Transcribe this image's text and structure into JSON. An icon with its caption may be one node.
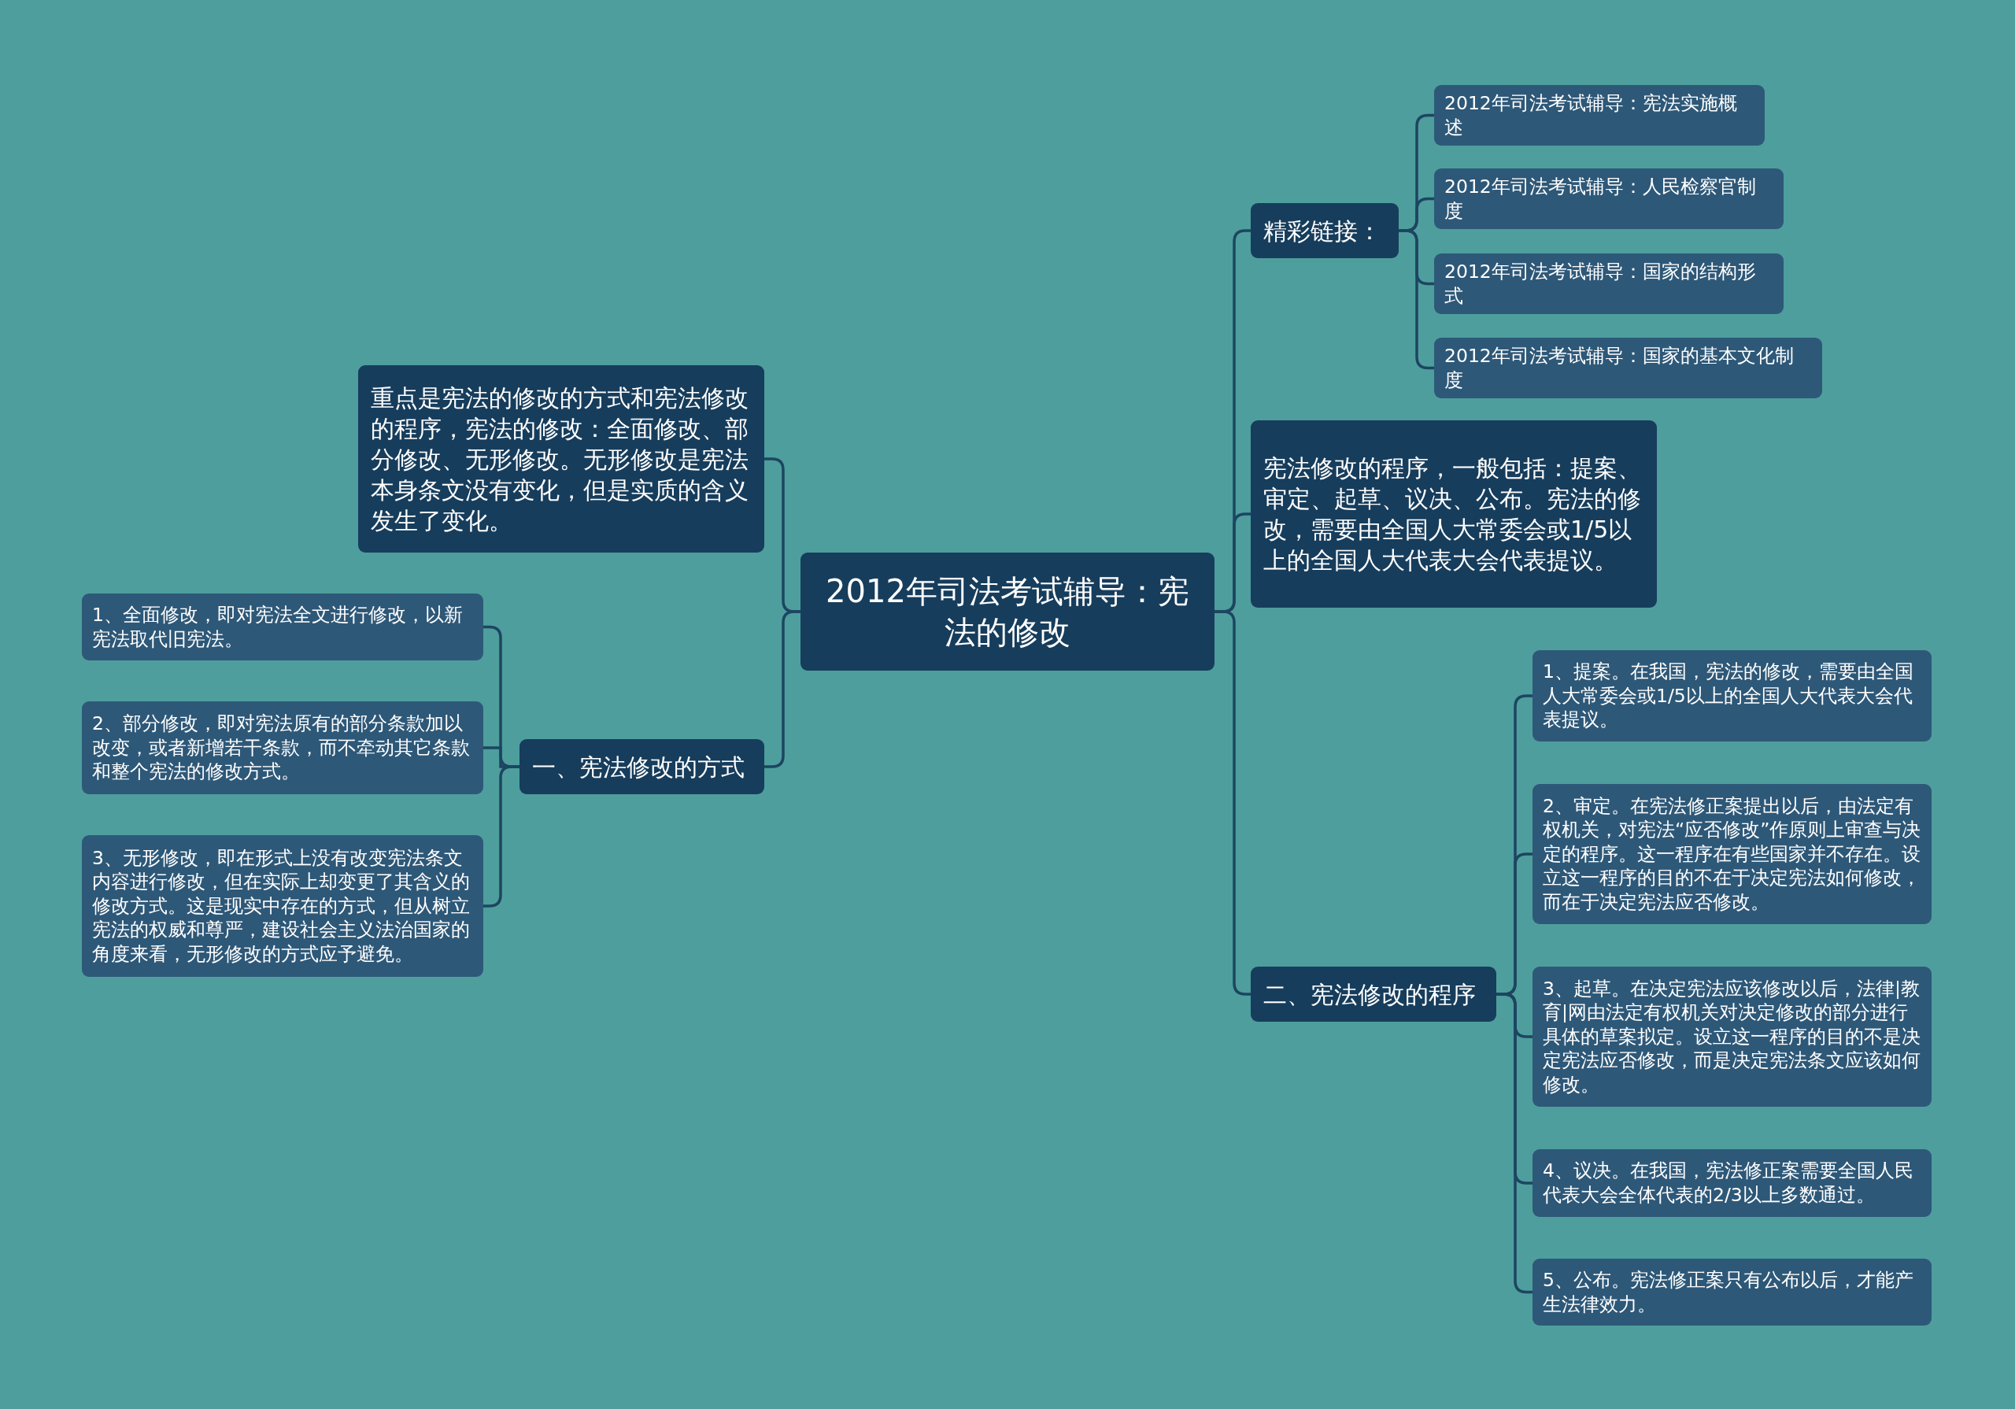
{
  "diagram": {
    "nodes": [
      {
        "text": [
          "2012年司法考试辅导：宪法的修改"
        ]
      },
      {
        "text": [
          "重点是宪法的修改的方式和宪法修改的程序，宪法的修改：全面修改、部分修改、无形修改。无形修改是宪法本身条文没有变化，但是实质的含义发生了变化。"
        ]
      },
      {
        "text": [
          "一、宪法修改的方式"
        ]
      },
      {
        "text": [
          "1、全面修改，即对宪法全文进行修改，以新宪法取代旧宪法。"
        ]
      },
      {
        "text": [
          "2、部分修改，即对宪法原有的部分条款加以改变，或者新增若干条款，而不牵动其它条款和整个宪法的修改方式。"
        ]
      },
      {
        "text": [
          "3、无形修改，即在形式上没有改变宪法条文内容进行修改，但在实际上却变更了其含义的修改方式。这是现实中存在的方式，但从树立宪法的权威和尊严，建设社会主义法治国家的角度来看，无形修改的方式应予避免。"
        ]
      },
      {
        "text": [
          "精彩链接："
        ]
      },
      {
        "text": [
          "2012年司法考试辅导：宪法实施概述"
        ]
      },
      {
        "text": [
          "2012年司法考试辅导：人民检察官制度"
        ]
      },
      {
        "text": [
          "2012年司法考试辅导：国家的结构形式"
        ]
      },
      {
        "text": [
          "2012年司法考试辅导：国家的基本文化制度"
        ]
      },
      {
        "text": [
          "宪法修改的程序，一般包括：提案、审定、起草、议决、公布。宪法的修改，需要由全国人大常委会或1/5以上的全国人大代表大会代表提议。"
        ]
      },
      {
        "text": [
          "二、宪法修改的程序"
        ]
      },
      {
        "text": [
          "1、提案。在我国，宪法的修改，需要由全国人大常委会或1/5以上的全国人大代表大会代表提议。"
        ]
      },
      {
        "text": [
          "2、审定。在宪法修正案提出以后，由法定有权机关，对宪法“应否修改”作原则上审查与决定的程序。这一程序在有些国家并不存在。设立这一程序的目的不在于决定宪法如何修改，而在于决定宪法应否修改。"
        ]
      },
      {
        "text": [
          "3、起草。在决定宪法应该修改以后，法律|教育|网由法定有权机关对决定修改的部分进行具体的草案拟定。设立这一程序的目的不是决定宪法应否修改，而是决定宪法条文应该如何修改。"
        ]
      },
      {
        "text": [
          "4、议决。在我国，宪法修正案需要全国人民代表大会全体代表的2/3以上多数通过。"
        ]
      },
      {
        "text": [
          "5、公布。宪法修正案只有公布以后，才能产生法律效力。"
        ]
      }
    ],
    "edges": [
      {
        "from": 0,
        "to": 1,
        "arrow": "none"
      },
      {
        "from": 0,
        "to": 2,
        "arrow": "none"
      },
      {
        "from": 2,
        "to": 3,
        "arrow": "none"
      },
      {
        "from": 2,
        "to": 4,
        "arrow": "none"
      },
      {
        "from": 2,
        "to": 5,
        "arrow": "none"
      },
      {
        "from": 0,
        "to": 6,
        "arrow": "none"
      },
      {
        "from": 6,
        "to": 7,
        "arrow": "none"
      },
      {
        "from": 6,
        "to": 8,
        "arrow": "none"
      },
      {
        "from": 6,
        "to": 9,
        "arrow": "none"
      },
      {
        "from": 6,
        "to": 10,
        "arrow": "none"
      },
      {
        "from": 0,
        "to": 11,
        "arrow": "none"
      },
      {
        "from": 0,
        "to": 12,
        "arrow": "none"
      },
      {
        "from": 12,
        "to": 13,
        "arrow": "none"
      },
      {
        "from": 12,
        "to": 14,
        "arrow": "none"
      },
      {
        "from": 12,
        "to": 15,
        "arrow": "none"
      },
      {
        "from": 12,
        "to": 16,
        "arrow": "none"
      },
      {
        "from": 12,
        "to": 17,
        "arrow": "none"
      }
    ]
  }
}
